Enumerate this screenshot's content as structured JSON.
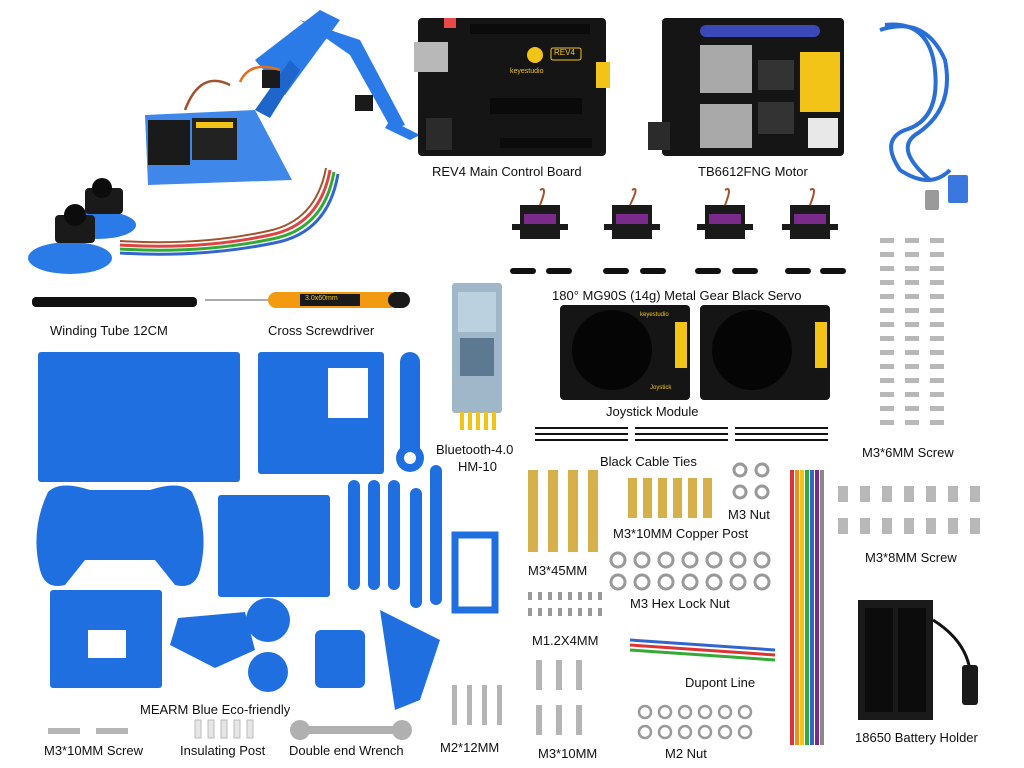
{
  "labels": {
    "rev4": "REV4   Main Control Board",
    "tb6612": "TB6612FNG Motor",
    "servo": "180°   MG90S (14g) Metal Gear Black Servo",
    "winding": "Winding Tube 12CM",
    "screwdriver": "Cross Screwdriver",
    "bluetooth_line1": "Bluetooth-4.0",
    "bluetooth_line2": "HM-10",
    "joystick": "Joystick Module",
    "m3x6": "M3*6MM Screw",
    "cable_ties": "Black Cable Ties",
    "m3_nut": "M3   Nut",
    "copper_post": "M3*10MM Copper Post",
    "m3x8": "M3*8MM   Screw",
    "m3x45": "M3*45MM",
    "hex_lock": "M3 Hex Lock Nut",
    "m12x4": "M1.2X4MM",
    "dupont": "Dupont Line",
    "mearm": "MEARM   Blue Eco-friendly",
    "battery": "18650   Battery Holder",
    "m3x10_screw": "M3*10MM Screw",
    "insulating": "Insulating Post",
    "wrench": "Double end Wrench",
    "m2x12": "M2*12MM",
    "m3x10": "M3*10MM",
    "m2_nut": "M2   Nut"
  },
  "board_text": {
    "rev4_badge": "REV4",
    "brand": "keyestudio",
    "joystick_brand": "keyestudio",
    "joystick_word": "Joystick",
    "screwdriver_tag": "3.0x60mm"
  },
  "colors": {
    "acrylic_blue": "#1f6fe0",
    "pcb_black": "#151515",
    "header_yellow": "#f2c417",
    "wire_brown": "#a0522d",
    "usb_blue": "#2a6fd6"
  }
}
